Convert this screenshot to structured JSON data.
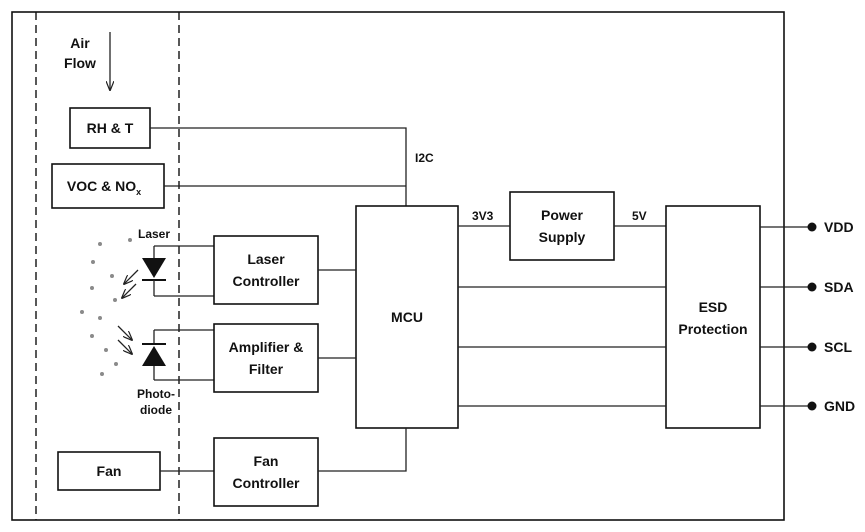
{
  "diagram": {
    "air_flow": [
      "Air",
      "Flow"
    ],
    "rh_t": "RH & T",
    "voc_nox": {
      "main": "VOC & NO",
      "sub": "x"
    },
    "laser_label": "Laser",
    "photodiode_label": [
      "Photo-",
      "diode"
    ],
    "laser_controller": [
      "Laser",
      "Controller"
    ],
    "amplifier_filter": [
      "Amplifier &",
      "Filter"
    ],
    "fan": "Fan",
    "fan_controller": [
      "Fan",
      "Controller"
    ],
    "mcu": "MCU",
    "i2c": "I2C",
    "v3v3": "3V3",
    "power_supply": [
      "Power",
      "Supply"
    ],
    "v5v": "5V",
    "esd_protection": [
      "ESD",
      "Protection"
    ],
    "pins": [
      "VDD",
      "SDA",
      "SCL",
      "GND"
    ]
  }
}
